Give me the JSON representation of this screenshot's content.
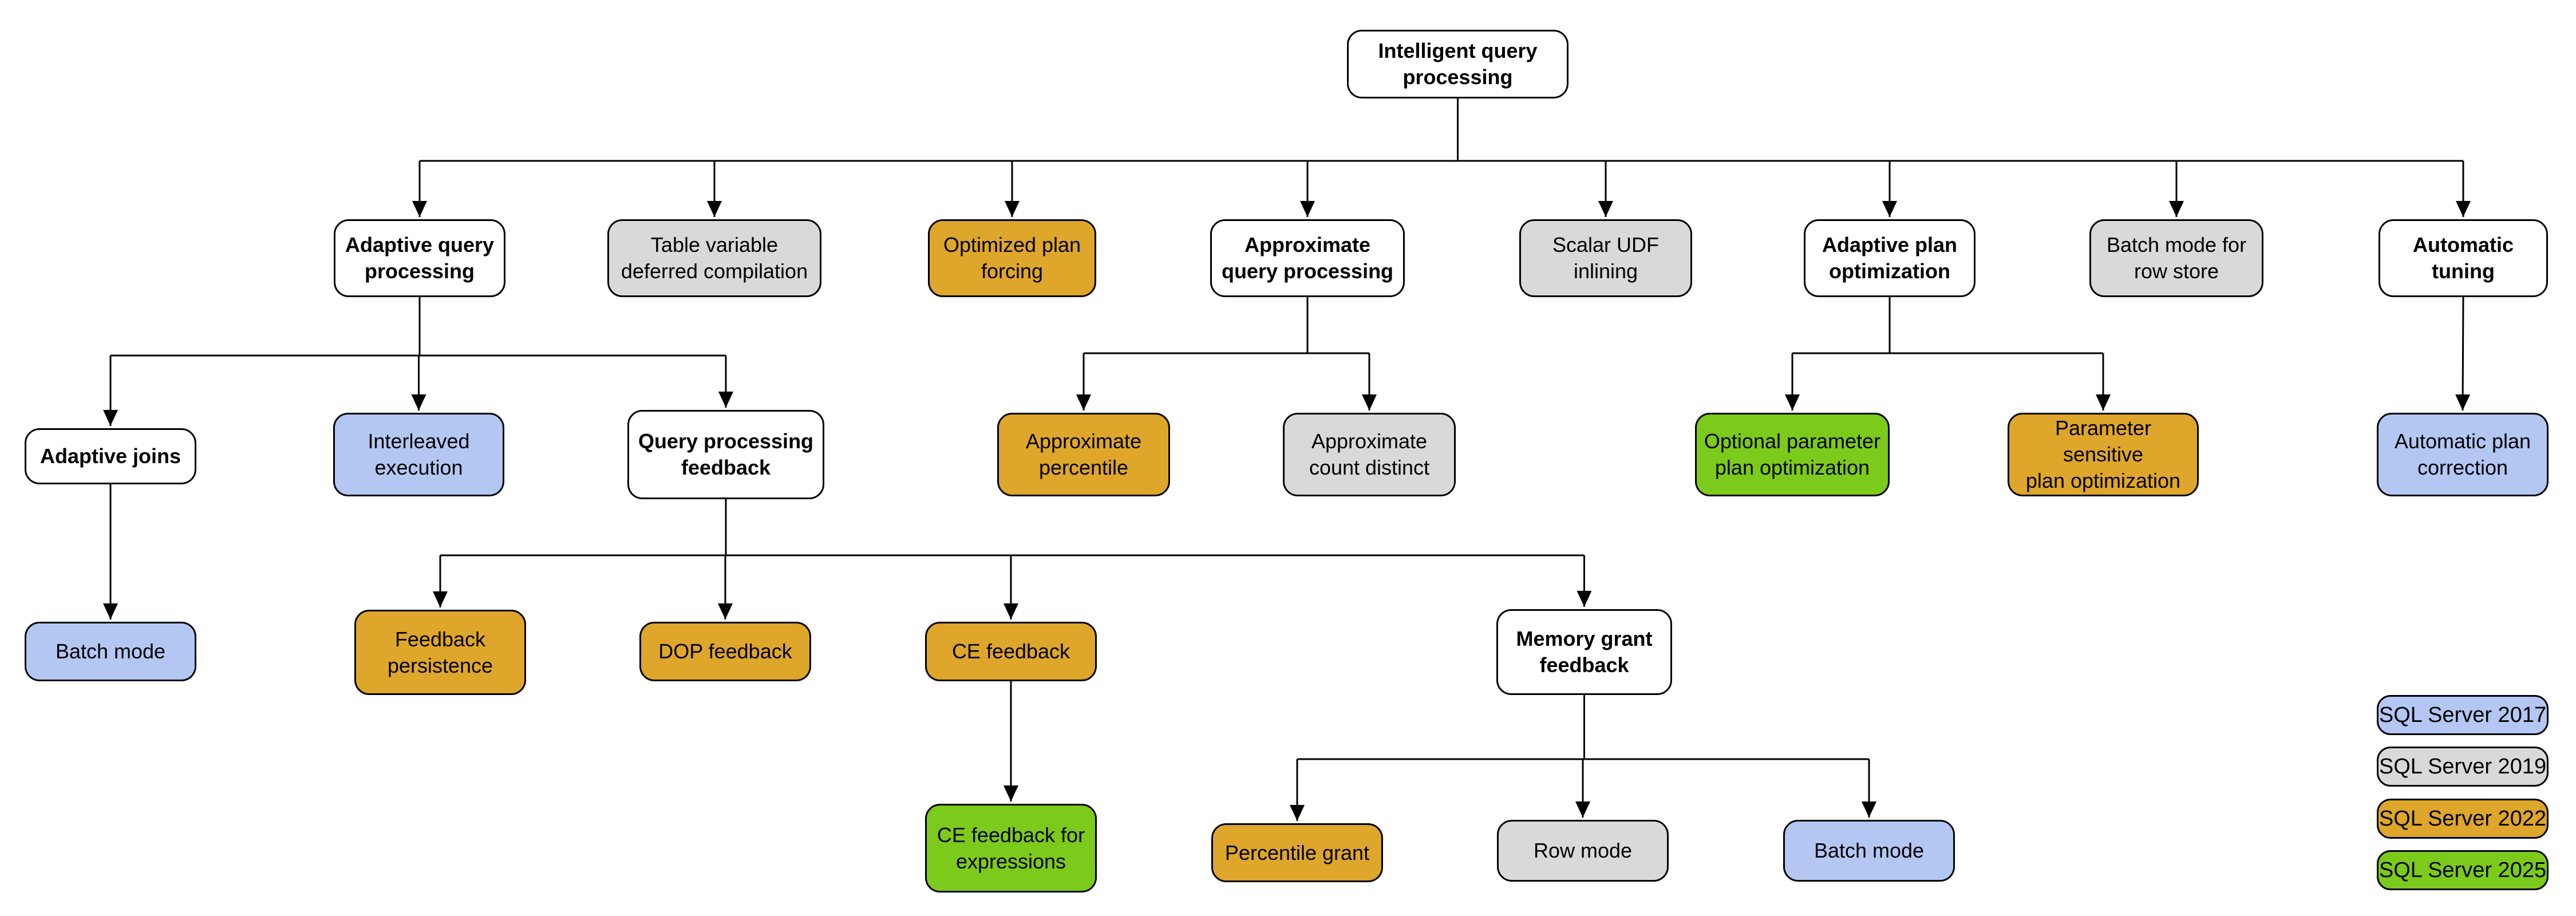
{
  "diagram": {
    "background_color": "#ffffff",
    "line_color": "#000000",
    "categories": {
      "neutral": {
        "fill": "#ffffff"
      },
      "sql2017": {
        "fill": "#b4c7f3"
      },
      "sql2019": {
        "fill": "#d9d9d9"
      },
      "sql2022": {
        "fill": "#dea62a"
      },
      "sql2025": {
        "fill": "#7cca1c"
      }
    },
    "nodes": [
      {
        "id": "iqp",
        "label": "Intelligent query\nprocessing",
        "category": "neutral",
        "bold": true
      },
      {
        "id": "aqp",
        "label": "Adaptive query\nprocessing",
        "category": "neutral",
        "bold": true
      },
      {
        "id": "tvdc",
        "label": "Table variable\ndeferred compilation",
        "category": "sql2019",
        "bold": false
      },
      {
        "id": "opf",
        "label": "Optimized plan\nforcing",
        "category": "sql2022",
        "bold": false
      },
      {
        "id": "aproc",
        "label": "Approximate\nquery processing",
        "category": "neutral",
        "bold": true
      },
      {
        "id": "sudf",
        "label": "Scalar UDF\ninlining",
        "category": "sql2019",
        "bold": false
      },
      {
        "id": "apo",
        "label": "Adaptive plan\noptimization",
        "category": "neutral",
        "bold": true
      },
      {
        "id": "bmrs",
        "label": "Batch mode for\nrow store",
        "category": "sql2019",
        "bold": false
      },
      {
        "id": "at",
        "label": "Automatic\ntuning",
        "category": "neutral",
        "bold": true
      },
      {
        "id": "aj",
        "label": "Adaptive joins",
        "category": "neutral",
        "bold": true
      },
      {
        "id": "ie",
        "label": "Interleaved\nexecution",
        "category": "sql2017",
        "bold": false
      },
      {
        "id": "qpf",
        "label": "Query processing\nfeedback",
        "category": "neutral",
        "bold": true
      },
      {
        "id": "ap",
        "label": "Approximate\npercentile",
        "category": "sql2022",
        "bold": false
      },
      {
        "id": "acd",
        "label": "Approximate\ncount distinct",
        "category": "sql2019",
        "bold": false
      },
      {
        "id": "oppo",
        "label": "Optional parameter\nplan optimization",
        "category": "sql2025",
        "bold": false
      },
      {
        "id": "pspo",
        "label": "Parameter sensitive\nplan optimization",
        "category": "sql2022",
        "bold": false
      },
      {
        "id": "apc",
        "label": "Automatic plan\ncorrection",
        "category": "sql2017",
        "bold": false
      },
      {
        "id": "bm1",
        "label": "Batch mode",
        "category": "sql2017",
        "bold": false
      },
      {
        "id": "fp",
        "label": "Feedback\npersistence",
        "category": "sql2022",
        "bold": false
      },
      {
        "id": "dopf",
        "label": "DOP feedback",
        "category": "sql2022",
        "bold": false
      },
      {
        "id": "cef",
        "label": "CE feedback",
        "category": "sql2022",
        "bold": false
      },
      {
        "id": "mgf",
        "label": "Memory grant\nfeedback",
        "category": "neutral",
        "bold": true
      },
      {
        "id": "cefe",
        "label": "CE feedback for\nexpressions",
        "category": "sql2025",
        "bold": false
      },
      {
        "id": "pg",
        "label": "Percentile grant",
        "category": "sql2022",
        "bold": false
      },
      {
        "id": "rm",
        "label": "Row mode",
        "category": "sql2019",
        "bold": false
      },
      {
        "id": "bm2",
        "label": "Batch mode",
        "category": "sql2017",
        "bold": false
      }
    ],
    "edges": [
      {
        "parent": "iqp",
        "children": [
          "aqp",
          "tvdc",
          "opf",
          "aproc",
          "sudf",
          "apo",
          "bmrs",
          "at"
        ]
      },
      {
        "parent": "aqp",
        "children": [
          "aj",
          "ie",
          "qpf"
        ]
      },
      {
        "parent": "aproc",
        "children": [
          "ap",
          "acd"
        ]
      },
      {
        "parent": "apo",
        "children": [
          "oppo",
          "pspo"
        ]
      },
      {
        "parent": "at",
        "children": [
          "apc"
        ]
      },
      {
        "parent": "aj",
        "children": [
          "bm1"
        ]
      },
      {
        "parent": "qpf",
        "children": [
          "fp",
          "dopf",
          "cef",
          "mgf"
        ]
      },
      {
        "parent": "cef",
        "children": [
          "cefe"
        ]
      },
      {
        "parent": "mgf",
        "children": [
          "pg",
          "rm",
          "bm2"
        ]
      }
    ],
    "legend": [
      {
        "label": "SQL Server 2017",
        "category": "sql2017"
      },
      {
        "label": "SQL Server 2019",
        "category": "sql2019"
      },
      {
        "label": "SQL Server 2022",
        "category": "sql2022"
      },
      {
        "label": "SQL Server 2025",
        "category": "sql2025"
      }
    ]
  }
}
